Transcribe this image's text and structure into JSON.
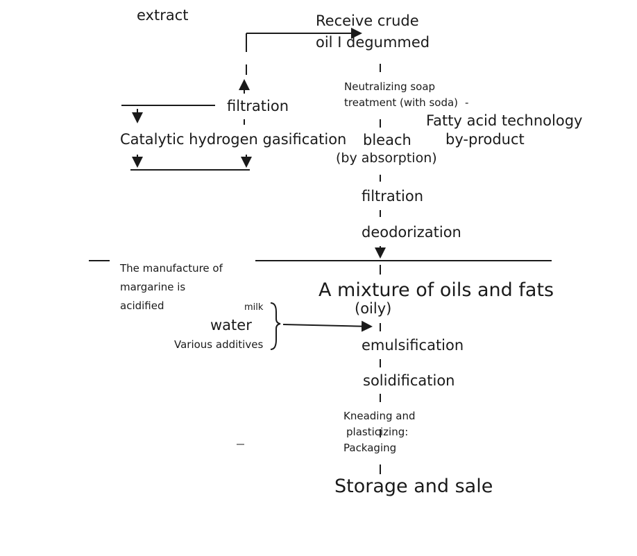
{
  "diagram": {
    "top_left": {
      "extract": "extract"
    },
    "receive": {
      "line1": "Receive crude",
      "line2": "oil I degummed"
    },
    "neutralize": {
      "line1": "Neutralizing soap",
      "line2": "treatment (with soda)",
      "dash": "-"
    },
    "fatty_acid": {
      "line1": "Fatty acid technology",
      "line2": "by-product"
    },
    "left_filtration": "filtration",
    "catalytic": "Catalytic hydrogen gasification",
    "bleach": {
      "line1": "bleach",
      "line2": "(by absorption)"
    },
    "main_filtration": "filtration",
    "deodorization": "deodorization",
    "margarine": {
      "line1": "The manufacture of",
      "line2": "margarine is",
      "line3": "acidified"
    },
    "mixture": {
      "line1": "A mixture of oils and fats",
      "line2": "(oily)"
    },
    "inputs": {
      "milk": "milk",
      "water": "water",
      "additives": "Various additives"
    },
    "emulsification": "emulsification",
    "solidification": "solidification",
    "kneading": {
      "line1": "Kneading and",
      "line2": "plasticizing:",
      "line3": "Packaging"
    },
    "storage": "Storage and sale"
  },
  "colors": {
    "ink": "#1a1a1a",
    "background": "#ffffff"
  }
}
